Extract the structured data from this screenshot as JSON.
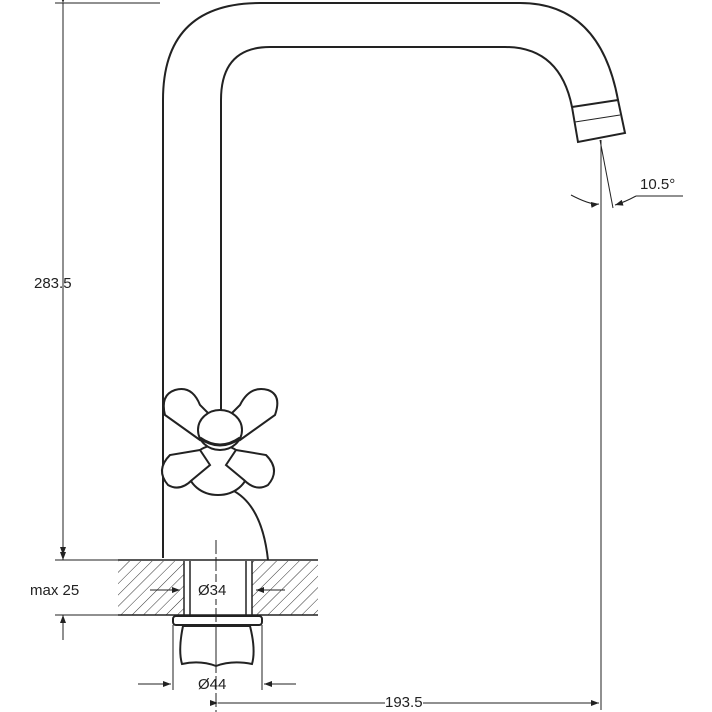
{
  "dimensions": {
    "height_total": "283.5",
    "max_countertop": "max 25",
    "hole_diameter": "Ø34",
    "nut_diameter": "Ø44",
    "reach": "193.5",
    "spout_angle": "10.5°"
  },
  "colors": {
    "line": "#222222",
    "background": "#ffffff"
  }
}
